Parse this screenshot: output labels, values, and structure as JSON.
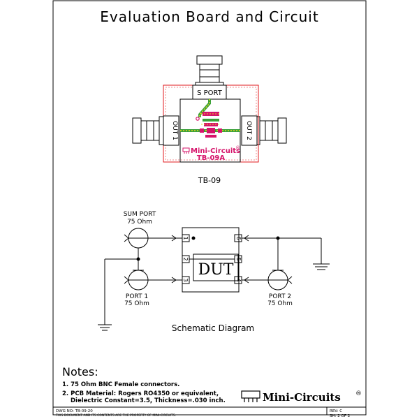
{
  "title": "Evaluation Board and Circuit",
  "board": {
    "s_port_label": "S PORT",
    "out1_label": "OUT 1",
    "out2_label": "OUT 2",
    "brand": "Mini-Circuits",
    "brand_mark": "®",
    "board_model": "TB-09A",
    "caption": "TB-09"
  },
  "schematic": {
    "sum_port": "SUM PORT",
    "sum_port_impedance": "75 Ohm",
    "port1": "PORT 1",
    "port1_impedance": "75 Ohm",
    "port2": "PORT 2",
    "port2_impedance": "75 Ohm",
    "dut_label": "DUT",
    "pins": [
      "1",
      "6",
      "2",
      "5",
      "3",
      "4"
    ],
    "caption": "Schematic Diagram"
  },
  "notes": {
    "heading": "Notes:",
    "items": [
      "1. 75 Ohm BNC Female connectors.",
      "2. PCB Material: Rogers RO4350 or equivalent,",
      "Dielectric Constant=3.5, Thickness=.030 inch."
    ]
  },
  "logo": {
    "brand": "Mini-Circuits",
    "mark": "®"
  },
  "footer": {
    "dwg_no": "DWG NO: TB-09-20",
    "property": "THIS DOCUMENT AND ITS CONTENTS ARE THE PROPERTY OF MINI-CIRCUITS.",
    "rev": "REV: C",
    "sheet": "SH: 2 OF 2"
  },
  "colors": {
    "board_outline": "#e0191e",
    "trace_green": "#3aa13a",
    "trace_yellow": "#e8d21d",
    "pad_magenta": "#d6136a",
    "line": "#000000"
  }
}
